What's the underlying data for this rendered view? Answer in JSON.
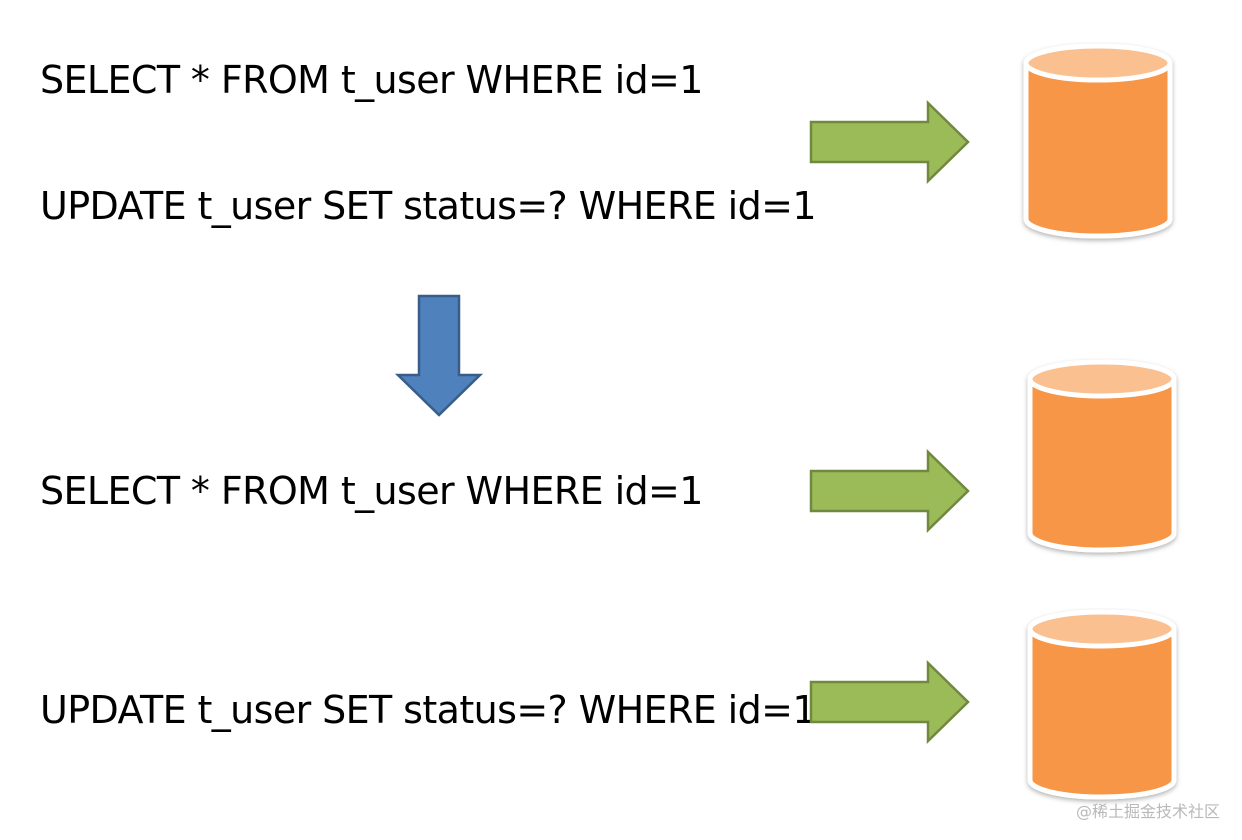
{
  "statements": {
    "select_1": "SELECT * FROM t_user WHERE id=1",
    "update_1": "UPDATE t_user SET status=? WHERE id=1",
    "select_2": "SELECT * FROM t_user WHERE id=1",
    "update_2": "UPDATE t_user SET status=? WHERE id=1"
  },
  "watermark": "@稀土掘金技术社区",
  "colors": {
    "text": "#000000",
    "arrow_green_fill": "#9bbb59",
    "arrow_green_stroke": "#71893f",
    "arrow_blue_fill": "#4f81bd",
    "arrow_blue_stroke": "#385d8a",
    "db_body": "#f79646",
    "db_top": "#fac090",
    "db_outline": "#ffffff"
  },
  "icons": {
    "transition_arrow": "down-arrow-icon",
    "request_arrow": "right-arrow-icon",
    "database": "database-cylinder-icon"
  }
}
